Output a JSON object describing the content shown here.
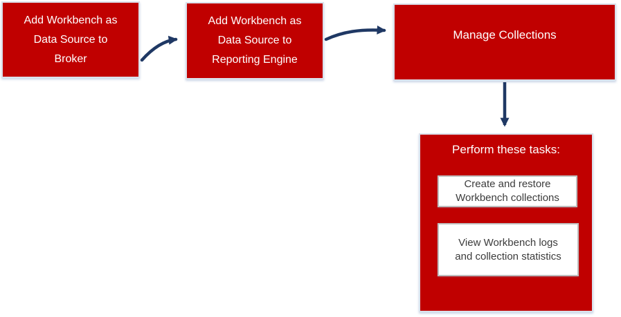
{
  "colors": {
    "box_red": "#c00000",
    "box_border": "#dbe2ec",
    "arrow": "#1f3864",
    "white_box_border": "#bfbfbf",
    "white_box_text": "#3b3b3b",
    "box_text": "#ffffff",
    "background": "#ffffff"
  },
  "diagram": {
    "nodes": {
      "broker": {
        "label": "Add Workbench as Data Source to Broker",
        "lines": [
          "Add Workbench as",
          "Data Source to",
          "Broker"
        ]
      },
      "reporting": {
        "label": "Add Workbench as Data Source to Reporting Engine",
        "lines": [
          "Add Workbench as",
          "Data Source to",
          "Reporting Engine"
        ]
      },
      "manage": {
        "label": "Manage Collections"
      },
      "perform": {
        "heading": "Perform these tasks:",
        "tasks": [
          {
            "lines": [
              "Create and restore",
              "Workbench collections"
            ]
          },
          {
            "lines": [
              "View Workbench logs",
              "and collection statistics"
            ]
          }
        ]
      }
    },
    "connections": [
      {
        "from": "broker",
        "to": "reporting"
      },
      {
        "from": "reporting",
        "to": "manage"
      },
      {
        "from": "manage",
        "to": "perform"
      }
    ]
  }
}
